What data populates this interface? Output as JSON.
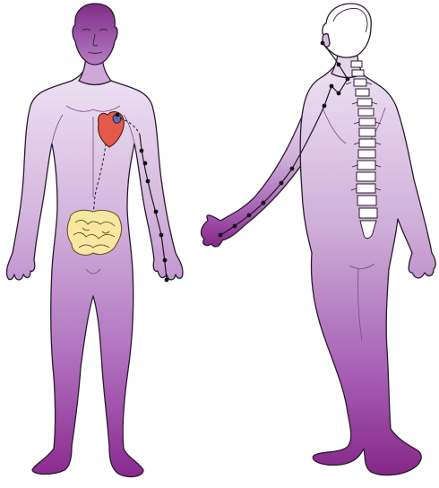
{
  "figure": {
    "background": "#ffffff",
    "colors": {
      "body_top": "#e7dcef",
      "body_mid": "#c9a6d6",
      "body_bottom": "#8e2f90",
      "head": "#8e3a93",
      "outline": "#2a1a2e",
      "heart": "#e45a4a",
      "heart_vessel": "#5a6fb2",
      "intestine": "#f7e7a0",
      "bone": "#ffffff",
      "nerve_dot": "#111111"
    },
    "elements": {
      "front_figure": "front-view-body",
      "back_figure": "back-view-body",
      "heart": "heart-organ",
      "intestines": "intestine-organ",
      "spine": "spinal-column",
      "skull": "skull-outline"
    }
  }
}
